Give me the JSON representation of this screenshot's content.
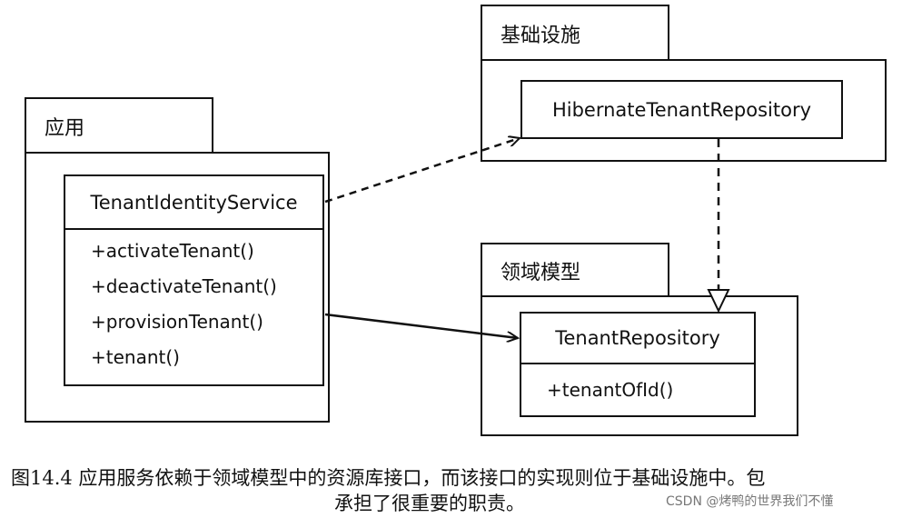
{
  "packages": {
    "application": {
      "label": "应用"
    },
    "infrastructure": {
      "label": "基础设施"
    },
    "domain_model": {
      "label": "领域模型"
    }
  },
  "classes": {
    "tenant_identity_service": {
      "name": "TenantIdentityService",
      "methods": [
        "+activateTenant()",
        "+deactivateTenant()",
        "+provisionTenant()",
        "+tenant()"
      ]
    },
    "hibernate_tenant_repository": {
      "name": "HibernateTenantRepository"
    },
    "tenant_repository": {
      "name": "TenantRepository",
      "methods": [
        "+tenantOfId()"
      ]
    }
  },
  "caption": {
    "line1": "图14.4 应用服务依赖于领域模型中的资源库接口，而该接口的实现则位于基础设施中。包",
    "line2": "承担了很重要的职责。"
  },
  "watermark": "CSDN @烤鸭的世界我们不懂"
}
